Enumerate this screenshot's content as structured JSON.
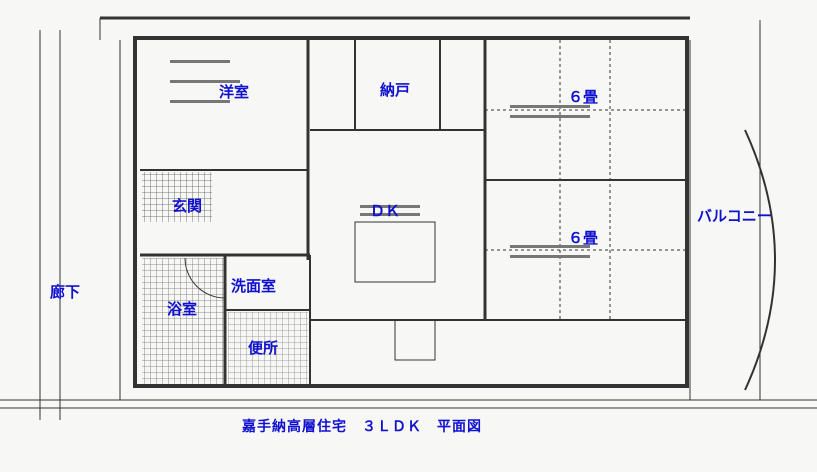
{
  "plan": {
    "title": "嘉手納高層住宅　３ＬＤＫ　平面図",
    "rooms": {
      "western_room": "洋室",
      "storage": "納戸",
      "tatami_top": "６畳",
      "entrance": "玄関",
      "dk": "ＤＫ",
      "tatami_bottom": "６畳",
      "balcony": "バルコニー",
      "corridor": "廊下",
      "bathroom": "浴室",
      "washroom": "洗面室",
      "toilet": "便所"
    },
    "label_color": "#1010d0"
  }
}
